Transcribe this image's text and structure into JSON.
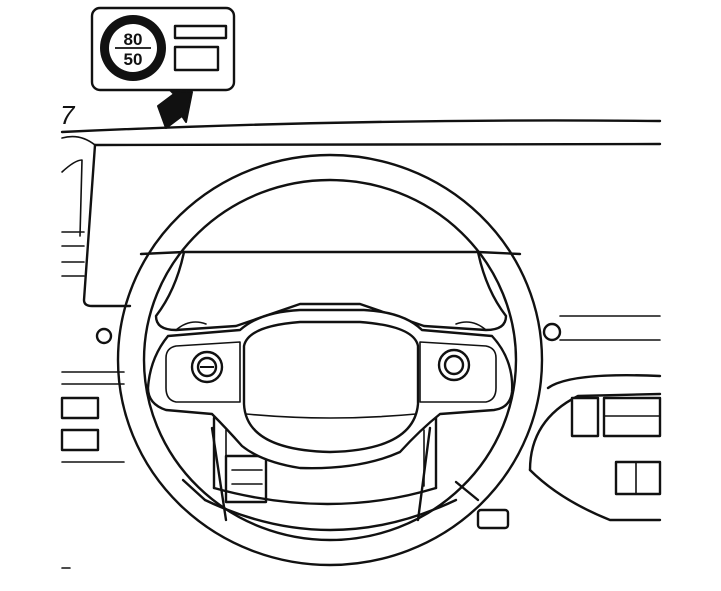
{
  "callout": {
    "speed_sign": {
      "top_value": "80",
      "bottom_value": "50"
    }
  },
  "page_mark": "7",
  "colors": {
    "line": "#111111",
    "background": "#ffffff"
  }
}
